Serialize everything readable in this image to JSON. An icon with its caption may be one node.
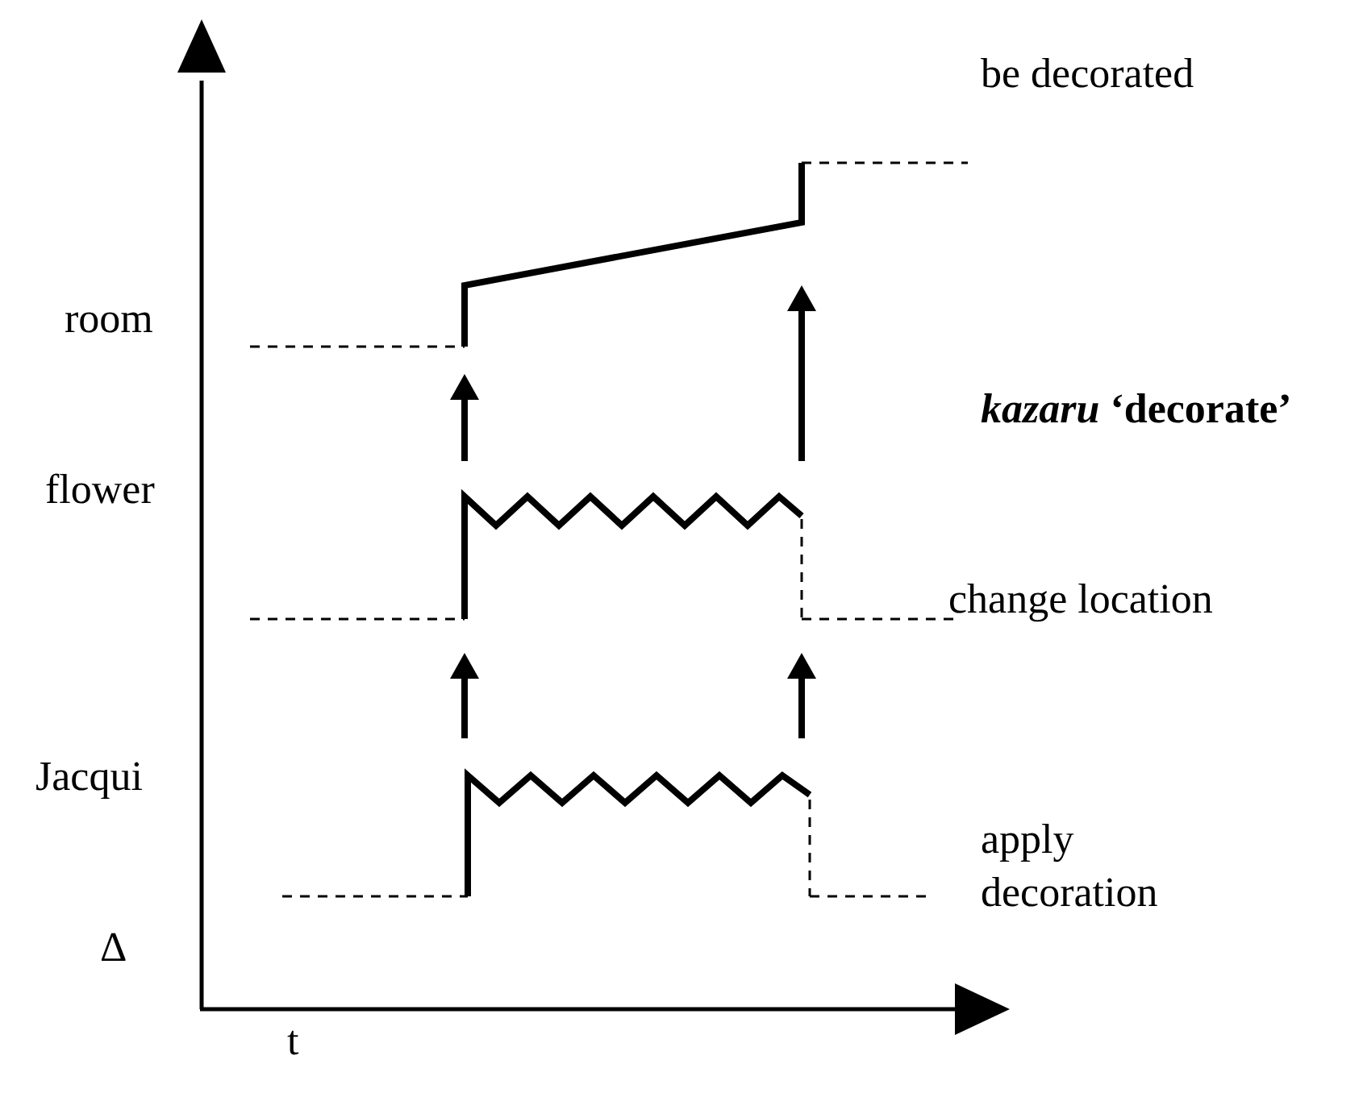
{
  "diagram": {
    "labels": [
      "be decorated",
      "room",
      "*kazaru* ‘decorate’",
      "flower",
      "change location",
      "Jacqui",
      "apply decoration",
      "Δ",
      "t"
    ]
  }
}
